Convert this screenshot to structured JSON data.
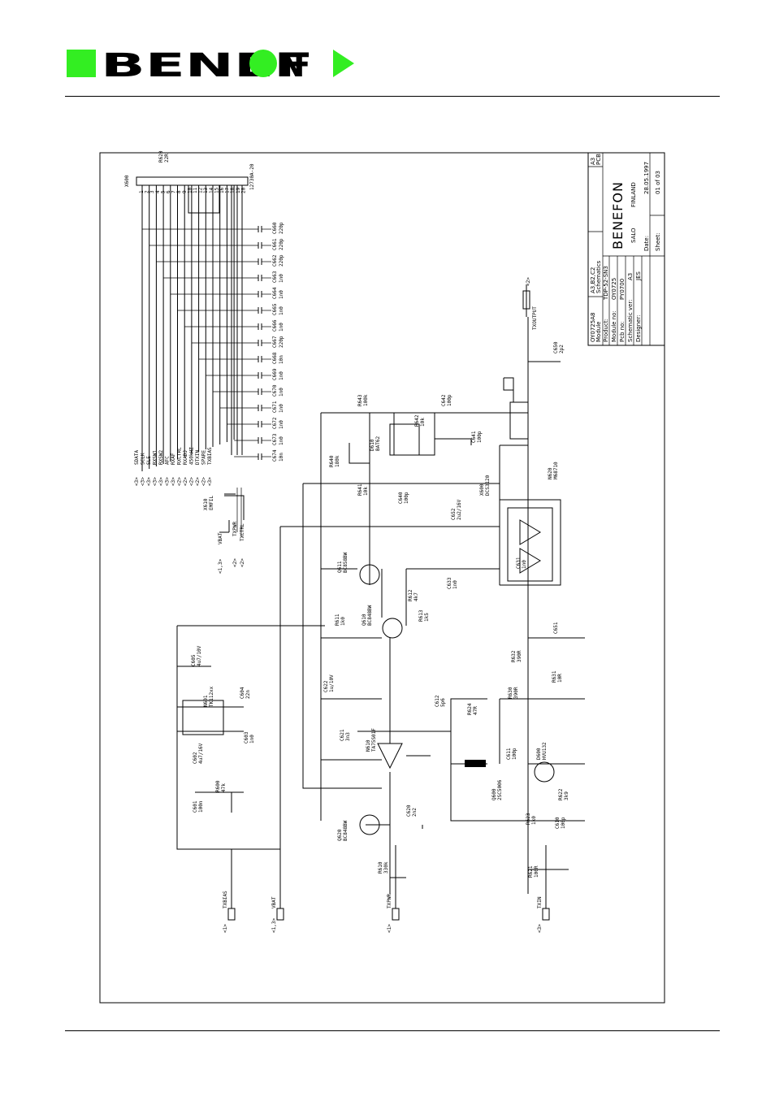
{
  "header": {
    "brand_text": "BENEFON",
    "brand_color": "#33ee22"
  },
  "title_block": {
    "drawing_no": "OY0725A8",
    "revisions": "A3,B2,C2",
    "format": "A3",
    "module_label": "Module",
    "doc_type": "Schematics",
    "pcb_tag": "PCB",
    "product_label": "Product:",
    "product_value": "TDP-52-SN3",
    "module_no_label": "Module no:",
    "module_no_value": "OY0725",
    "pcb_no_label": "Pcb no:",
    "pcb_no_value": "PY0700",
    "schematic_ver_label": "Schematic ver:",
    "schematic_ver_value": "A3",
    "designer_label": "Designer:",
    "designer_value": "JES",
    "company": "BENEFON",
    "city": "SALO",
    "country": "FINLAND",
    "date_label": "Date:",
    "date_value": "28.05.1997",
    "sheet_label": "Sheet:",
    "sheet_value": "01 of 03"
  },
  "connector": {
    "ref": "X600",
    "part": "12730A-20",
    "pins": [
      "1",
      "2",
      "3",
      "4",
      "5",
      "6",
      "7",
      "8",
      "9",
      "10",
      "11",
      "12",
      "13",
      "14",
      "15",
      "16",
      "17",
      "18",
      "19",
      "20"
    ]
  },
  "nets_top": [
    {
      "name": "SDATA",
      "ref": "<3>"
    },
    {
      "name": "SCLK",
      "ref": "<3>"
    },
    {
      "name": "SLE",
      "ref": "<3>"
    },
    {
      "name": "RXSW1",
      "ref": "<3>"
    },
    {
      "name": "RXSW2",
      "ref": "<3>"
    },
    {
      "name": "AFC",
      "ref": "<3>"
    },
    {
      "name": "RXAF",
      "ref": "<3>"
    },
    {
      "name": "RXCTRL",
      "ref": "<2>"
    },
    {
      "name": "RXADJ",
      "ref": "<2>"
    },
    {
      "name": "450kHZ",
      "ref": "<2>"
    },
    {
      "name": "DTXIN",
      "ref": "<2>"
    },
    {
      "name": "SPARE",
      "ref": "<2>"
    },
    {
      "name": "TXBIAS",
      "ref": "<3>"
    }
  ],
  "top_capacitors": [
    {
      "ref": "C660",
      "value": "220p"
    },
    {
      "ref": "C661",
      "value": "220p"
    },
    {
      "ref": "C662",
      "value": "220p"
    },
    {
      "ref": "C663",
      "value": "1n0"
    },
    {
      "ref": "C664",
      "value": "1n0"
    },
    {
      "ref": "C665",
      "value": "1n0"
    },
    {
      "ref": "C666",
      "value": "1n0"
    },
    {
      "ref": "C667",
      "value": "220p"
    },
    {
      "ref": "C668",
      "value": "10n"
    },
    {
      "ref": "C669",
      "value": "1n0"
    },
    {
      "ref": "C670",
      "value": "1n0"
    },
    {
      "ref": "C671",
      "value": "1n0"
    },
    {
      "ref": "C672",
      "value": "1n0"
    },
    {
      "ref": "C673",
      "value": "1n0"
    },
    {
      "ref": "C674",
      "value": "10n"
    }
  ],
  "left_nets": [
    {
      "name": "VBAT",
      "ref": "<1,3>"
    },
    {
      "name": "TXPWR",
      "ref": "<2>"
    },
    {
      "name": "TXCTRL",
      "ref": "<2>"
    }
  ],
  "filter": {
    "ref": "X610",
    "label": "EMFIL"
  },
  "components": [
    {
      "ref": "C605",
      "value": "4u7/10V"
    },
    {
      "ref": "N601",
      "value": "TK112xx"
    },
    {
      "ref": "C604",
      "value": "22n"
    },
    {
      "ref": "C603",
      "value": "1n0"
    },
    {
      "ref": "C602",
      "value": "4u7/16V"
    },
    {
      "ref": "C601",
      "value": "100n"
    },
    {
      "ref": "R600",
      "value": "47k"
    },
    {
      "ref": "R611",
      "value": "1k0"
    },
    {
      "ref": "Q611",
      "value": "BC858BW"
    },
    {
      "ref": "Q610",
      "value": "BC848BW"
    },
    {
      "ref": "R612",
      "value": "4k7"
    },
    {
      "ref": "R613",
      "value": "1k5"
    },
    {
      "ref": "C622",
      "value": "1u/10V"
    },
    {
      "ref": "C621",
      "value": "3n3"
    },
    {
      "ref": "N610",
      "value": "TA75S01F"
    },
    {
      "ref": "Q620",
      "value": "BC848BW"
    },
    {
      "ref": "C620",
      "value": "2n2"
    },
    {
      "ref": "R610",
      "value": "330k"
    },
    {
      "ref": "R640",
      "value": "180k"
    },
    {
      "ref": "R641",
      "value": "10k"
    },
    {
      "ref": "C640",
      "value": "100p"
    },
    {
      "ref": "R643",
      "value": "100k"
    },
    {
      "ref": "D610",
      "value": "BAT62"
    },
    {
      "ref": "R642",
      "value": "10k"
    },
    {
      "ref": "C642",
      "value": "100p"
    },
    {
      "ref": "C641",
      "value": "100p"
    },
    {
      "ref": "X600",
      "value": "DCS3120"
    },
    {
      "ref": "C652",
      "value": "2u2/16V"
    },
    {
      "ref": "C633",
      "value": "1n0"
    },
    {
      "ref": "C631",
      "value": "1n0"
    },
    {
      "ref": "N620",
      "value": "M68710"
    },
    {
      "ref": "C650",
      "value": "2p2"
    },
    {
      "ref": "C651",
      "value": ""
    },
    {
      "ref": "R632",
      "value": "390R"
    },
    {
      "ref": "R631",
      "value": "10R"
    },
    {
      "ref": "R630",
      "value": "390R"
    },
    {
      "ref": "C612",
      "value": "5p6"
    },
    {
      "ref": "R624",
      "value": "47R"
    },
    {
      "ref": "C611",
      "value": "100p"
    },
    {
      "ref": "D600",
      "value": "HVU132"
    },
    {
      "ref": "Q600",
      "value": "2SC5006"
    },
    {
      "ref": "R622",
      "value": "3k9"
    },
    {
      "ref": "R623",
      "value": "1k0"
    },
    {
      "ref": "C610",
      "value": "100p"
    },
    {
      "ref": "R621",
      "value": "100R"
    },
    {
      "ref": "R620",
      "value": "22R"
    }
  ],
  "bottom_ports": [
    {
      "name": "TXBIAS",
      "ref": "<1>"
    },
    {
      "name": "VBAT",
      "ref": "<1,3>"
    },
    {
      "name": "TXPWR",
      "ref": "<1>"
    },
    {
      "name": "TXIN",
      "ref": "<3>"
    }
  ],
  "rf_out": {
    "name": "TXOUTPUT",
    "ref": "<2>"
  }
}
